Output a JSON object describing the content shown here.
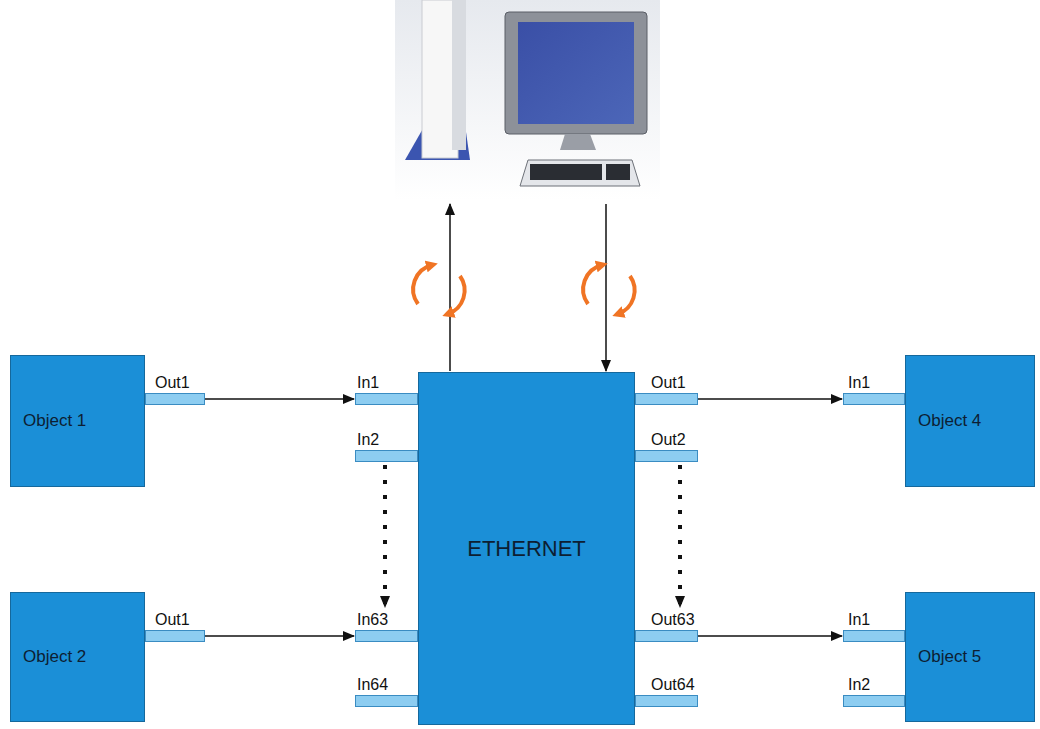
{
  "diagram": {
    "nodes": [
      {
        "text": [
          "Object 1"
        ]
      },
      {
        "text": [
          "Out1"
        ],
        "in": 0
      },
      {
        "text": [
          "Object 2"
        ]
      },
      {
        "text": [
          "Out1"
        ],
        "in": 2
      },
      {
        "text": [
          "ETHERNET"
        ]
      },
      {
        "text": [
          "In1"
        ],
        "in": 4
      },
      {
        "text": [
          "In2"
        ],
        "in": 4
      },
      {
        "text": [
          "In63"
        ],
        "in": 4
      },
      {
        "text": [
          "In64"
        ],
        "in": 4
      },
      {
        "text": [
          "Out1"
        ],
        "in": 4
      },
      {
        "text": [
          "Out2"
        ],
        "in": 4
      },
      {
        "text": [
          "Out63"
        ],
        "in": 4
      },
      {
        "text": [
          "Out64"
        ],
        "in": 4
      },
      {
        "text": [
          "Object 4"
        ]
      },
      {
        "text": [
          "In1"
        ],
        "in": 13
      },
      {
        "text": [
          "Object 5"
        ]
      },
      {
        "text": [
          "In1"
        ],
        "in": 15
      },
      {
        "text": [
          "In2"
        ],
        "in": 15
      }
    ],
    "edges": [
      {
        "from": 1,
        "to": 5,
        "arrow": "to"
      },
      {
        "from": 3,
        "to": 7,
        "arrow": "to"
      },
      {
        "from": 9,
        "to": 14,
        "arrow": "to"
      },
      {
        "from": 11,
        "to": 16,
        "arrow": "to"
      },
      {
        "from": 6,
        "to": 7,
        "arrow": "to"
      },
      {
        "from": 10,
        "to": 11,
        "arrow": "to"
      }
    ]
  }
}
